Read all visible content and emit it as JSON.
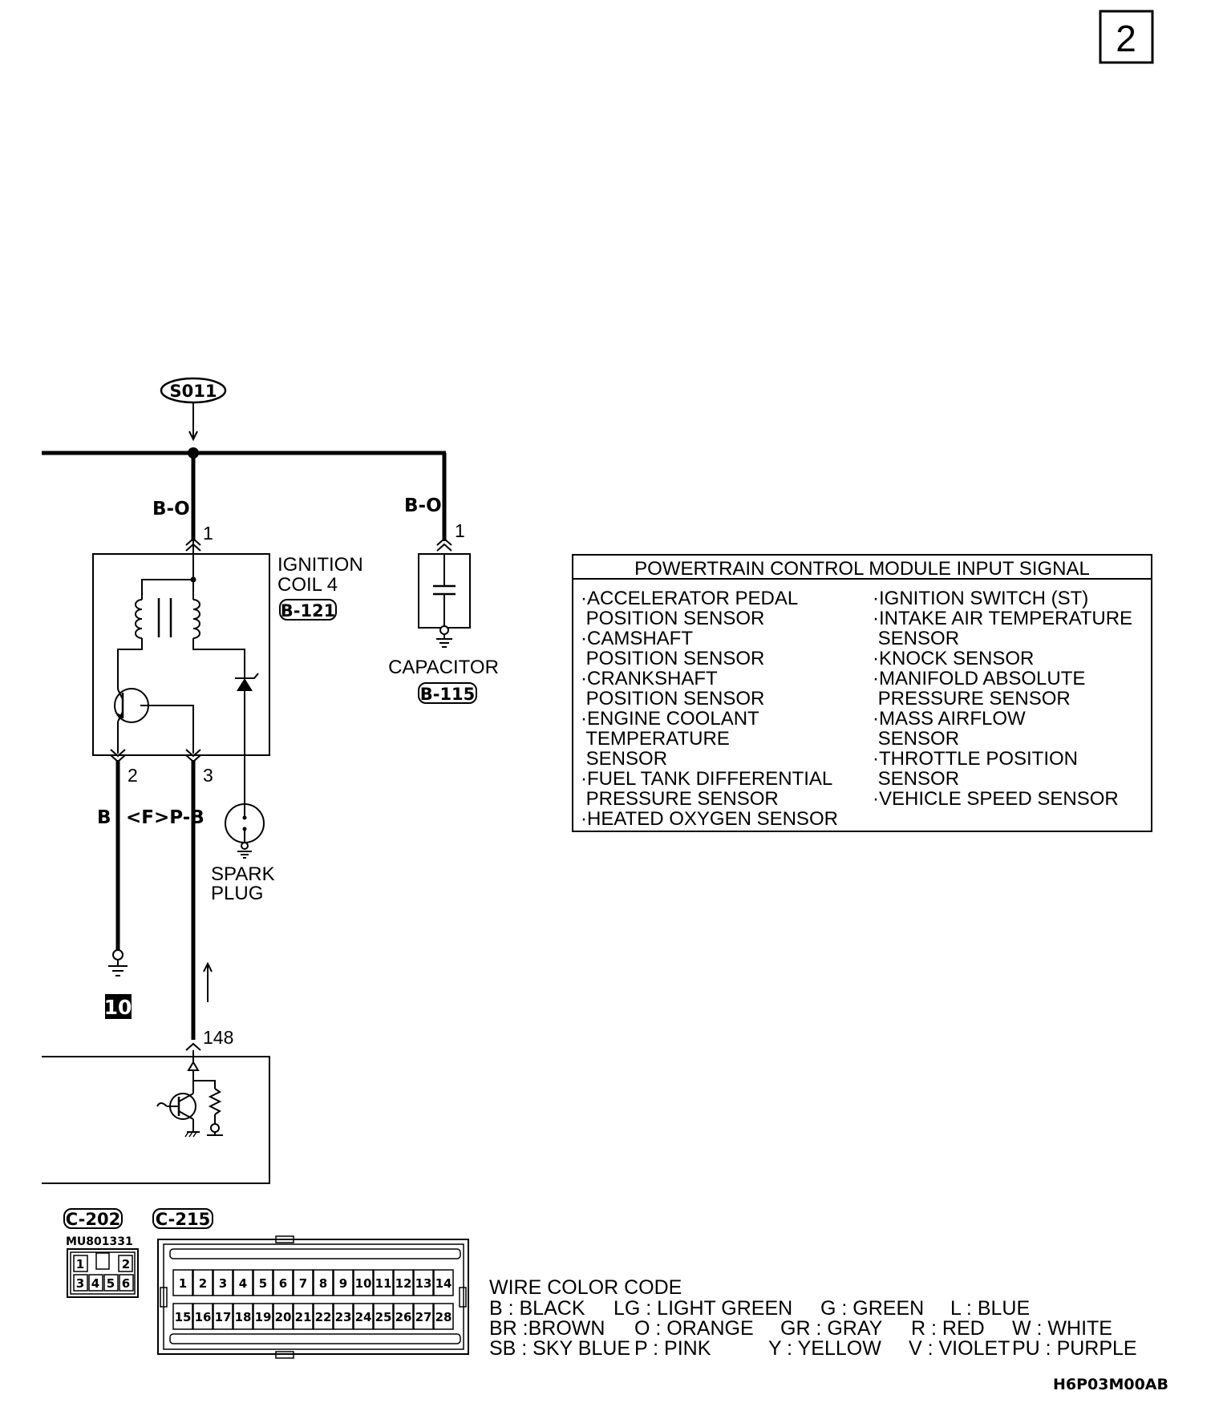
{
  "page_number": "2",
  "splice": "S011",
  "wire_top_left": "B-O",
  "wire_top_right": "B-O",
  "ignition_coil": {
    "name_line1": "IGNITION",
    "name_line2": "COIL 4",
    "connector": "B-121",
    "pin_power": "1",
    "pin_ground": "2",
    "pin_signal": "3"
  },
  "capacitor": {
    "name": "CAPACITOR",
    "connector": "B-115",
    "pin": "1"
  },
  "spark_plug": {
    "line1": "SPARK",
    "line2": "PLUG"
  },
  "wire_ground": "B",
  "wire_signal": "<F>P-B",
  "ground_point": "10",
  "pcm_pin": "148",
  "input_signal": {
    "title": "POWERTRAIN CONTROL MODULE INPUT SIGNAL",
    "left": [
      "·ACCELERATOR PEDAL",
      " POSITION SENSOR",
      "·CAMSHAFT",
      " POSITION SENSOR",
      "·CRANKSHAFT",
      " POSITION SENSOR",
      "·ENGINE COOLANT",
      " TEMPERATURE",
      " SENSOR",
      "·FUEL TANK DIFFERENTIAL",
      " PRESSURE SENSOR",
      "·HEATED OXYGEN SENSOR"
    ],
    "right": [
      "·IGNITION SWITCH (ST)",
      "·INTAKE AIR TEMPERATURE",
      " SENSOR",
      "·KNOCK SENSOR",
      "·MANIFOLD ABSOLUTE",
      " PRESSURE SENSOR",
      "·MASS AIRFLOW",
      " SENSOR",
      "·THROTTLE POSITION",
      " SENSOR",
      "·VEHICLE SPEED SENSOR"
    ]
  },
  "connectors": {
    "c202_label": "C-202",
    "c202_part": "MU801331",
    "c202_pins_top": [
      "1",
      "",
      "2"
    ],
    "c202_pins_bottom": [
      "3",
      "4",
      "5",
      "6"
    ],
    "c215_label": "C-215",
    "c215_pins_top": [
      "1",
      "2",
      "3",
      "4",
      "5",
      "6",
      "7",
      "8",
      "9",
      "10",
      "11",
      "12",
      "13",
      "14"
    ],
    "c215_pins_bottom": [
      "15",
      "16",
      "17",
      "18",
      "19",
      "20",
      "21",
      "22",
      "23",
      "24",
      "25",
      "26",
      "27",
      "28"
    ]
  },
  "wire_color_code": {
    "title": "WIRE COLOR CODE",
    "rows": [
      [
        "B : BLACK",
        "LG : LIGHT GREEN",
        "G : GREEN",
        "L : BLUE"
      ],
      [
        "BR :BROWN",
        "O : ORANGE",
        "GR : GRAY",
        "R : RED",
        "W : WHITE"
      ],
      [
        "SB : SKY BLUE",
        "P : PINK",
        "Y : YELLOW",
        "V : VIOLET",
        "PU : PURPLE"
      ]
    ]
  },
  "figure_code": "H6P03M00AB"
}
